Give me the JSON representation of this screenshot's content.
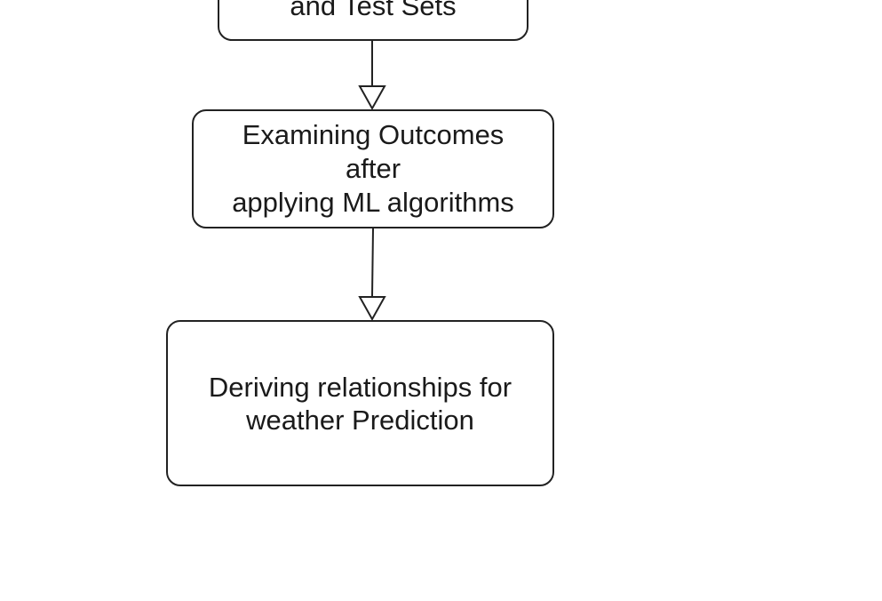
{
  "diagram": {
    "nodes": [
      {
        "id": "split",
        "lines": [
          "and Test Sets"
        ]
      },
      {
        "id": "examining",
        "lines": [
          "Examining Outcomes",
          "after",
          "applying ML algorithms"
        ]
      },
      {
        "id": "deriving",
        "lines": [
          "Deriving relationships for",
          "weather Prediction"
        ]
      }
    ],
    "edges": [
      {
        "from": "split",
        "to": "examining"
      },
      {
        "from": "examining",
        "to": "deriving"
      }
    ]
  }
}
